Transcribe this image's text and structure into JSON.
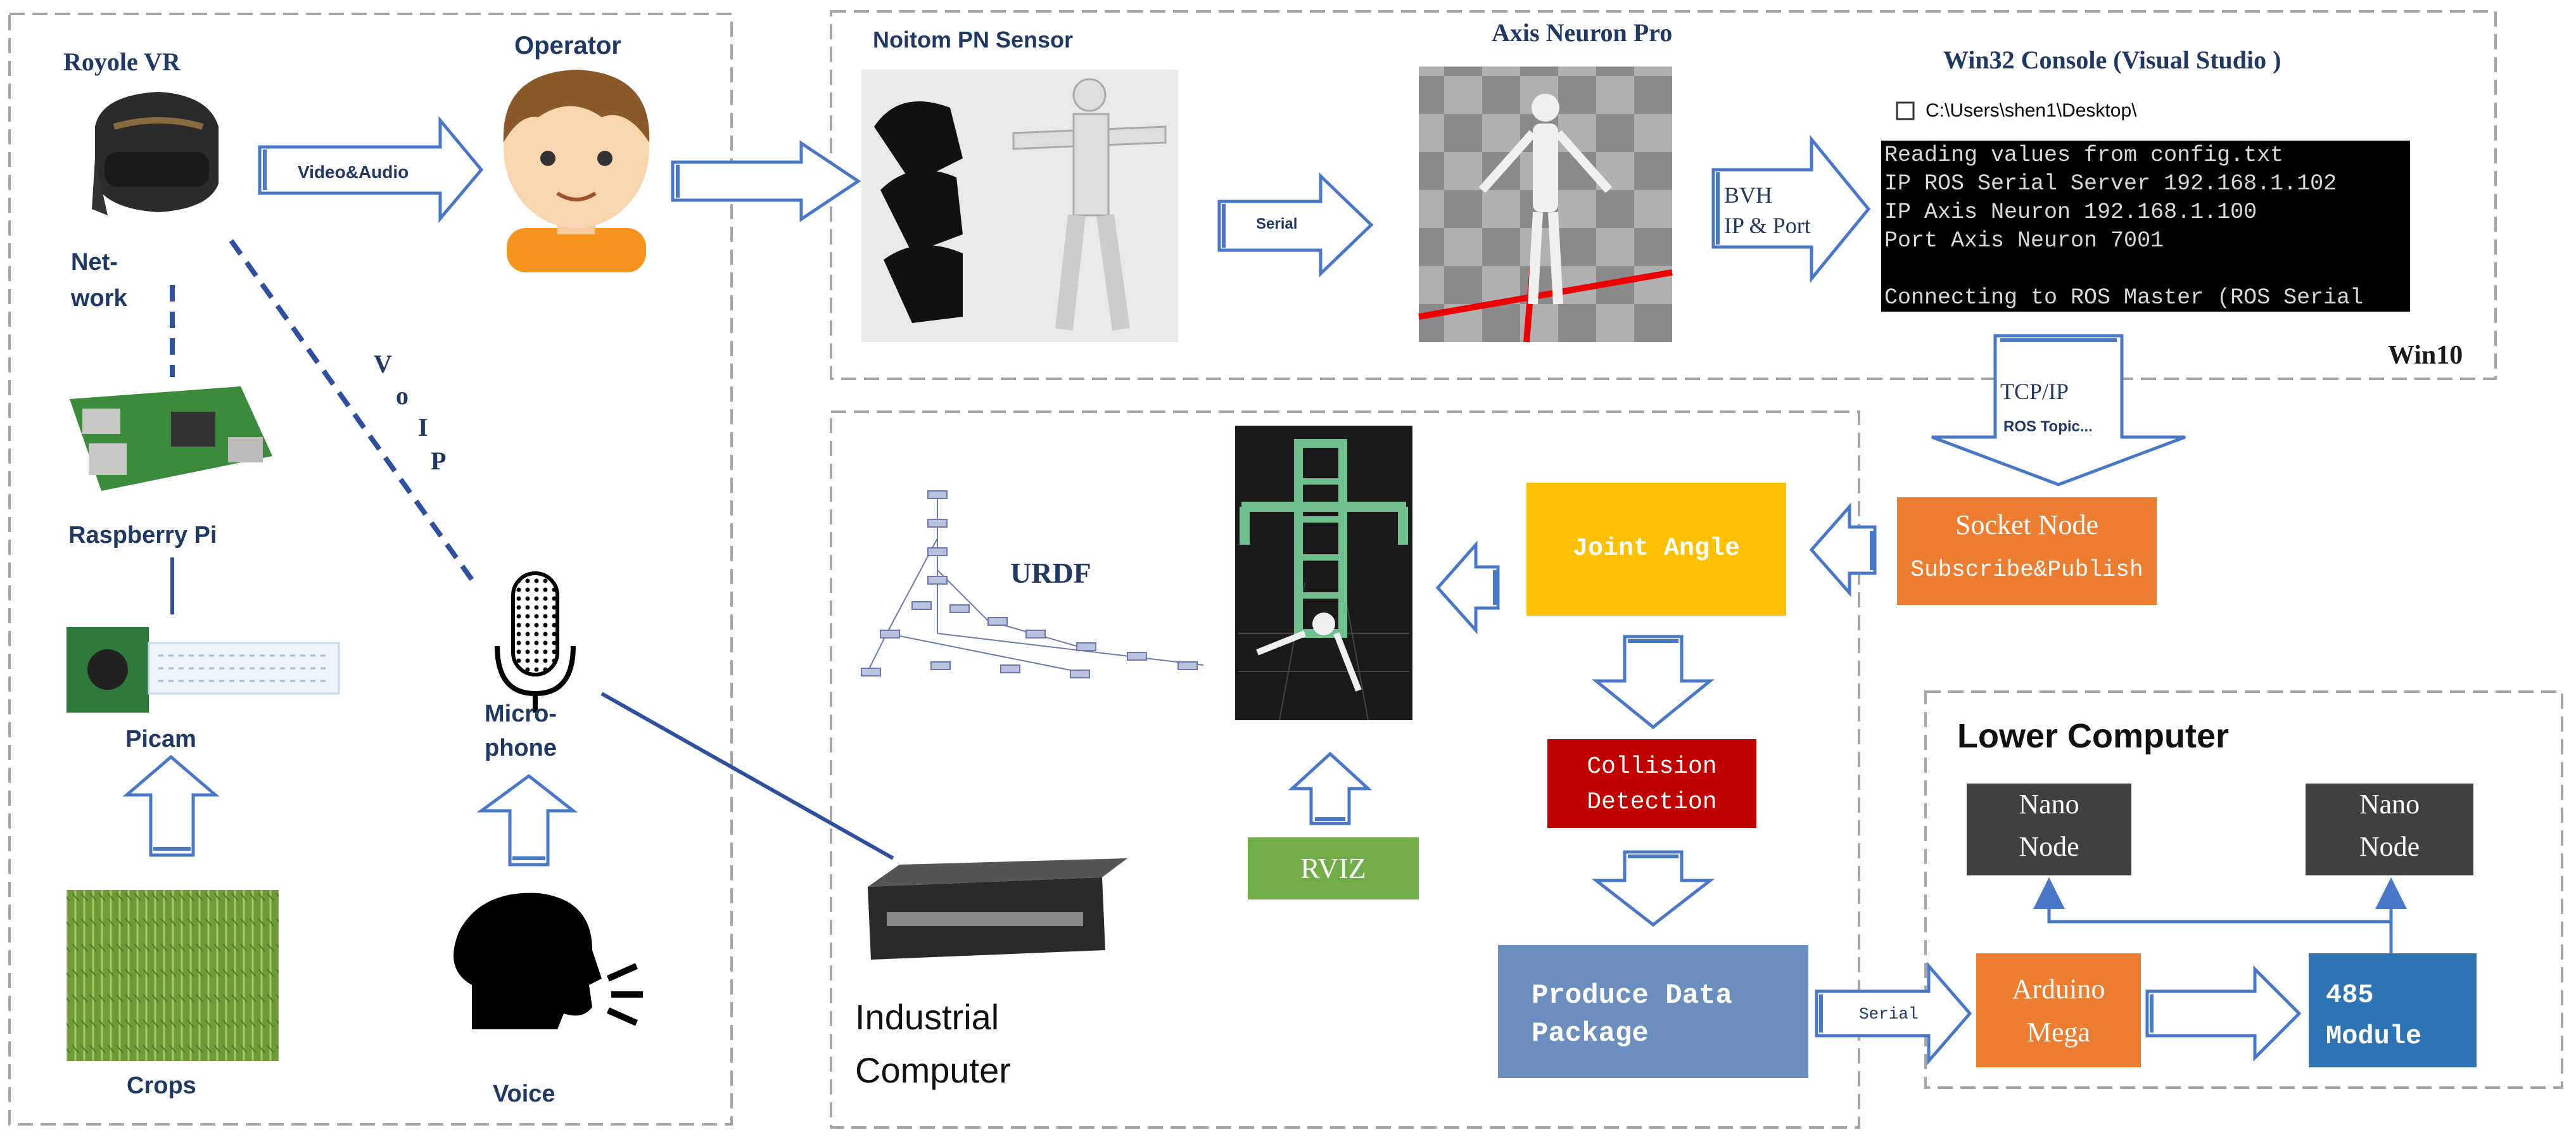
{
  "left_panel": {
    "royole_vr": "Royole VR",
    "operator": "Operator",
    "video_audio": "Video&Audio",
    "network_line1": "Net-",
    "network_line2": "work",
    "voip": [
      "V",
      "o",
      "I",
      "P"
    ],
    "raspberry_pi": "Raspberry Pi",
    "picam": "Picam",
    "crops": "Crops",
    "microphone_line1": "Micro-",
    "microphone_line2": "phone",
    "voice": "Voice"
  },
  "win10_panel": {
    "sensor_title": "Noitom PN Sensor",
    "axis_neuron_title": "Axis Neuron Pro",
    "console_title": "Win32 Console (Visual Studio )",
    "console_path": "C:\\Users\\shen1\\Desktop\\",
    "console_lines": [
      "Reading values from config.txt",
      "IP ROS Serial Server 192.168.1.102",
      "IP Axis Neuron 192.168.1.100",
      "Port Axis Neuron 7001",
      "",
      "Connecting to ROS Master (ROS Serial"
    ],
    "serial": "Serial",
    "bvh_line1": "BVH",
    "bvh_line2": "IP & Port",
    "win10": "Win10",
    "tcp_ip": "TCP/IP",
    "ros_topic": "ROS Topic..."
  },
  "industrial_panel": {
    "urdf": "URDF",
    "rviz": "RVIZ",
    "joint_angle": "Joint Angle",
    "socket_node_line1": "Socket Node",
    "socket_node_line2": "Subscribe&Publish",
    "collision_line1": "Collision",
    "collision_line2": "Detection",
    "produce_line1": "Produce Data",
    "produce_line2": "Package",
    "serial": "Serial",
    "industrial_computer_line1": "Industrial",
    "industrial_computer_line2": "Computer"
  },
  "lower_panel": {
    "title": "Lower Computer",
    "nano_node_left_line1": "Nano",
    "nano_node_left_line2": "Node",
    "nano_node_right_line1": "Nano",
    "nano_node_right_line2": "Node",
    "arduino_line1": "Arduino",
    "arduino_line2": "Mega",
    "module_line1": "485",
    "module_line2": "Module"
  },
  "colors": {
    "panel_border": "#a6a6a6",
    "arrow_stroke": "#4a78c8",
    "yellow_box": "#ffc000",
    "orange_box": "#ed7d31",
    "red_box": "#c00000",
    "green_box": "#70ad47",
    "blue_box": "#6a8fbe",
    "dark_blue_box": "#2e74b5",
    "gray_box": "#404040",
    "label_blue": "#1f3864"
  }
}
